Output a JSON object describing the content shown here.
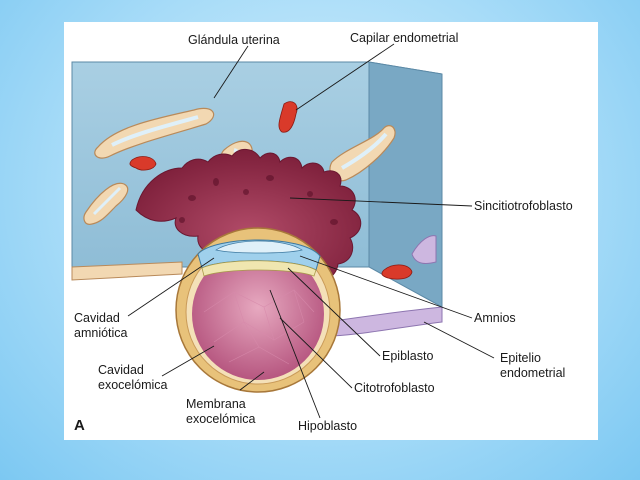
{
  "panel_letter": "A",
  "labels": {
    "glandula_uterina": "Glándula uterina",
    "capilar_endometrial": "Capilar endometrial",
    "sinciotrofoblasto": "Sincitiotrofoblasto",
    "amnios": "Amnios",
    "cavidad_amniotica_1": "Cavidad",
    "cavidad_amniotica_2": "amniótica",
    "cavidad_exocelomica_1": "Cavidad",
    "cavidad_exocelomica_2": "exocelómica",
    "membrana_exocelomica_1": "Membrana",
    "membrana_exocelomica_2": "exocelómica",
    "hipoblasto": "Hipoblasto",
    "citotrofoblasto": "Citotrofoblasto",
    "epiblasto": "Epiblasto",
    "epitelio_endometrial_1": "Epitelio",
    "epitelio_endometrial_2": "endometrial"
  },
  "colors": {
    "tissue_front": "#9fc6dc",
    "tissue_side": "#6f9fbb",
    "tissue_top": "#c4dfed",
    "syncytio": "#8e2a45",
    "syncytio_light": "#c88a9c",
    "blastocyst_cavity": "#c7628a",
    "cytotrophoblast": "#e8c27a",
    "epiblast": "#9fd0ec",
    "capillary": "#d93a2a",
    "gland_wall": "#f2d8b2"
  }
}
